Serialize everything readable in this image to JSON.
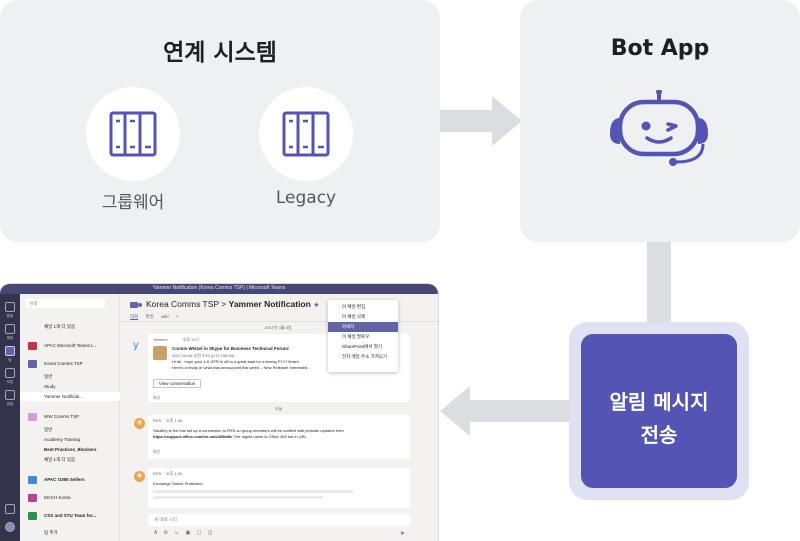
{
  "integration": {
    "title": "연계 시스템",
    "systems": [
      {
        "label": "그룹웨어",
        "icon": "server-rack-icon"
      },
      {
        "label": "Legacy",
        "icon": "server-rack-icon"
      }
    ]
  },
  "bot": {
    "title": "Bot App",
    "icon": "robot-headset-icon"
  },
  "notification": {
    "line1": "알림 메시지",
    "line2": "전송"
  },
  "teams": {
    "window_title": "Yammer Notification (Korea Comms TSP) | Microsoft Teams",
    "search_placeholder": "검색",
    "rail": [
      "활동",
      "채팅",
      "팀",
      "모임",
      "파일"
    ],
    "sidebar": {
      "top_item": "채널 1개 더 있음",
      "teams": [
        {
          "name": "APAC Microsoft Teams L...",
          "color": "#c4314b"
        },
        {
          "name": "Korea Comms TSP",
          "color": "#6264a7"
        }
      ],
      "korea_channels": [
        "일반",
        "Study",
        "Yammer Notificati..."
      ],
      "ww_team": {
        "name": "WW Comms TSP",
        "color": "#d79bd8"
      },
      "ww_channels": [
        "일반",
        "Academy Training",
        "Best Practices_Blockers",
        "채널 1개 더 있음"
      ],
      "more_teams": [
        {
          "name": "APAC O365 Sellers",
          "color": "#3f8ae0"
        },
        {
          "name": "MACH Korea",
          "color": "#b5438f"
        },
        {
          "name": "CSS and STU Team for...",
          "color": "#2f8f4e"
        }
      ],
      "join_label": "팀 추가"
    },
    "header": {
      "team": "Korea Comms TSP",
      "sep": ">",
      "channel": "Yammer Notification"
    },
    "tabs": [
      "대화",
      "파일",
      "wiki",
      "+"
    ],
    "date_divider": "2017년 4월 6일",
    "post1": {
      "sender": "Yammer",
      "sub": "오후 9:17",
      "title": "Connie Wetzel in Skype for Business Technical Forum:",
      "meta": "2017-04-06 오전 3:52 (UTC+09:00)",
      "body1": "Hi all - hope your 4-6 GPR is off to a great start for a strong FY17 finish!",
      "body2": "Here's a recap of what was announced this week: - New Release! Interested...",
      "button": "View conversation",
      "reply": "회신"
    },
    "today_divider": "오늘",
    "post2": {
      "sender": "RSS",
      "sub": "오후 1:00",
      "body1": "Stealthy is the has set up a connection to RSS so group members will be notified with periodic updates from",
      "link": "https://support.office.com/en-us/o365blite",
      "body2": "The digest name is Office 365 bot in URL",
      "reply": "회신"
    },
    "post3": {
      "sender": "RSS",
      "sub": "오후 1:00",
      "title": "Exchange Online Protection"
    },
    "compose": "새 대화 시작",
    "menu": [
      "이 채널 편집",
      "이 채널 삭제",
      "커넥터",
      "이 채널 팔로우",
      "SharePoint에서 열기",
      "전자 메일 주소 가져오기"
    ]
  },
  "colors": {
    "accent": "#5454b5",
    "panel": "#eff0f2",
    "arrow": "#dcdde1",
    "teams_purple": "#6264a7"
  }
}
